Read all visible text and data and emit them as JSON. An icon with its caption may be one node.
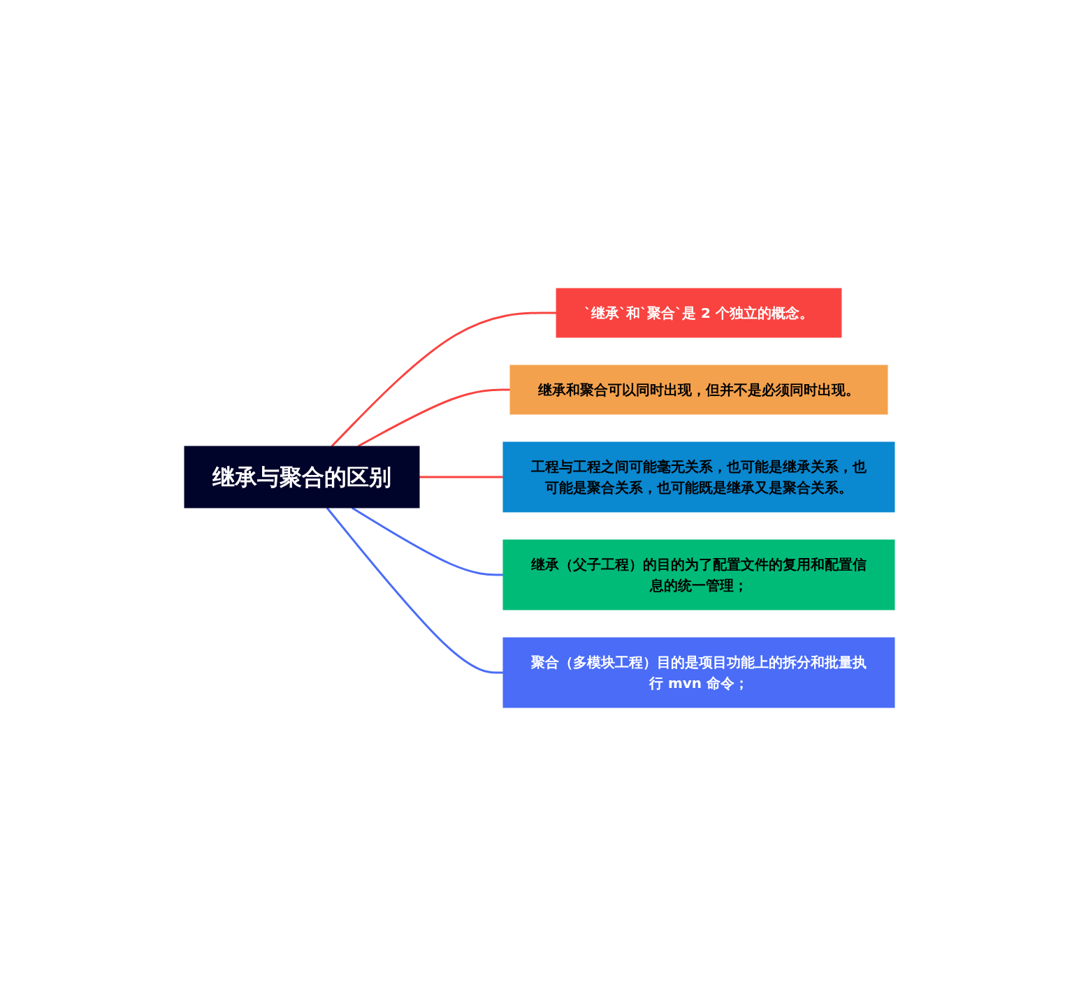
{
  "diagram": {
    "nodes": [
      {
        "text": [
          "继承与聚合的区别"
        ]
      },
      {
        "text": [
          "`继承`和`聚合`是 2 个独立的概念。"
        ]
      },
      {
        "text": [
          "继承和聚合可以同时出现，但并不是必须同时出现。"
        ]
      },
      {
        "text": [
          "工程与工程之间可能毫无关系，也可能是继承关系，也可能是聚合关系，也可能既是继承又是聚合关系。"
        ]
      },
      {
        "text": [
          "继承（父子工程）的目的为了配置文件的复用和配置信息的统一管理；"
        ]
      },
      {
        "text": [
          "聚合（多模块工程）目的是项目功能上的拆分和批量执行 mvn 命令；"
        ]
      }
    ],
    "edges": [
      {
        "from": 0,
        "to": 1,
        "arrow": "none"
      },
      {
        "from": 0,
        "to": 2,
        "arrow": "none"
      },
      {
        "from": 0,
        "to": 3,
        "arrow": "none"
      },
      {
        "from": 0,
        "to": 4,
        "arrow": "none",
        "color": "#4a6cf7"
      },
      {
        "from": 0,
        "to": 5,
        "arrow": "none",
        "color": "#4a6cf7"
      }
    ]
  }
}
